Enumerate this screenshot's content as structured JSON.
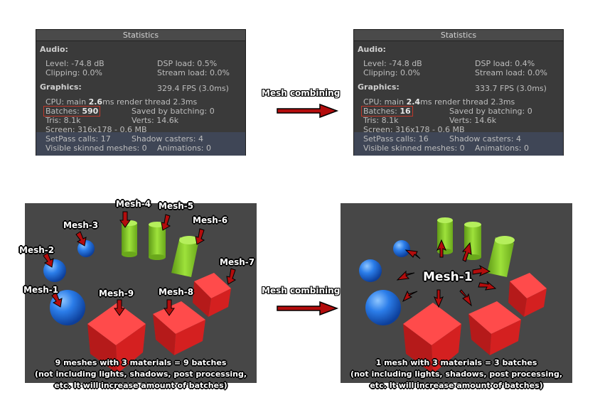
{
  "left_panel": {
    "title": "Statistics",
    "audio_header": "Audio:",
    "level": "Level: -74.8 dB",
    "dsp_load": "DSP load: 0.5%",
    "clipping": "Clipping: 0.0%",
    "stream_load": "Stream load: 0.0%",
    "graphics_header": "Graphics:",
    "fps": "329.4 FPS (3.0ms)",
    "cpu_prefix": "CPU: main ",
    "cpu_main": "2.6",
    "cpu_suffix": "ms  render thread 2.3ms",
    "batches_prefix": "Batches: ",
    "batches_value": "590",
    "saved_by_batching": "Saved by batching: 0",
    "tris": "Tris: 8.1k",
    "verts": "Verts: 14.6k",
    "screen": "Screen: 316x178 - 0.6 MB",
    "setpass": "SetPass calls: 17",
    "shadow_casters": "Shadow casters: 4",
    "visible_skinned": "Visible skinned meshes: 0",
    "animations": "Animations: 0"
  },
  "right_panel": {
    "title": "Statistics",
    "audio_header": "Audio:",
    "level": "Level: -74.8 dB",
    "dsp_load": "DSP load: 0.4%",
    "clipping": "Clipping: 0.0%",
    "stream_load": "Stream load: 0.0%",
    "graphics_header": "Graphics:",
    "fps": "333.7 FPS (3.0ms)",
    "cpu_prefix": "CPU: main ",
    "cpu_main": "2.4",
    "cpu_suffix": "ms  render thread 2.3ms",
    "batches_prefix": "Batches: ",
    "batches_value": "16",
    "saved_by_batching": "Saved by batching: 0",
    "tris": "Tris: 8.1k",
    "verts": "Verts: 14.6k",
    "screen": "Screen: 316x178 - 0.6 MB",
    "setpass": "SetPass calls: 16",
    "shadow_casters": "Shadow casters: 4",
    "visible_skinned": "Visible skinned meshes: 0",
    "animations": "Animations: 0"
  },
  "arrow_top_label": "Mesh combining",
  "arrow_bottom_label": "Mesh combining",
  "left_scene": {
    "labels": [
      "Mesh-1",
      "Mesh-2",
      "Mesh-3",
      "Mesh-4",
      "Mesh-5",
      "Mesh-6",
      "Mesh-7",
      "Mesh-8",
      "Mesh-9"
    ],
    "caption_line1": "9 meshes with 3 materials = 9 batches",
    "caption_line2": "(not including lights, shadows, post processing,",
    "caption_line3": "etc. It will increase amount of batches)"
  },
  "right_scene": {
    "label": "Mesh-1",
    "caption_line1": "1 mesh with 3 materials = 3 batches",
    "caption_line2": "(not including lights, shadows, post processing,",
    "caption_line3": "etc. It will increase amount of batches)"
  },
  "colors": {
    "panel_bg": "#3a3a3a",
    "panel_band": "#3f4656",
    "highlight": "#c0392b",
    "arrow": "#b30d0d",
    "cube": "#e8282b",
    "sphere": "#2b7de9",
    "cylinder": "#8fd42a",
    "scene_bg": "#474747"
  }
}
